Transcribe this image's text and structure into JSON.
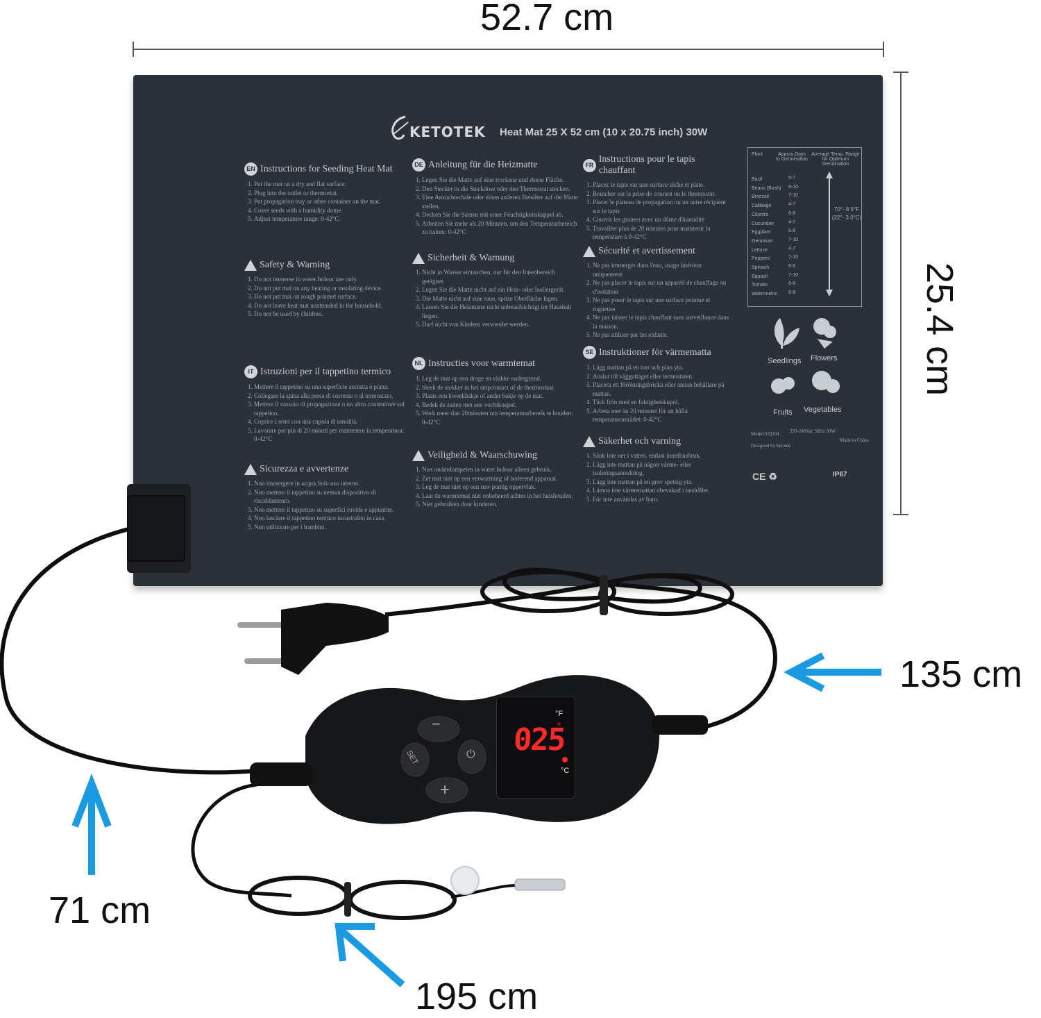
{
  "dimensions": {
    "width": "52.7 cm",
    "height": "25.4 cm",
    "cable_power": "135 cm",
    "cable_mat": "71 cm",
    "cable_probe": "195 cm"
  },
  "mat": {
    "brand": "KETOTEK",
    "title": "Heat Mat 25 X 52 cm (10 x 20.75 inch) 30W",
    "sections": [
      {
        "badge": "EN",
        "heading": "Instructions for Seeding Heat Mat",
        "items": [
          "Put the mat on a dry and flat surface.",
          "Plug into the outlet or thermostat.",
          "Put propagation tray or other container on the mat.",
          "Cover seeds with a humidity dome.",
          "Adjust temperature range: 0-42°C."
        ]
      },
      {
        "badge": "DE",
        "heading": "Anleitung für die Heizmatte",
        "items": [
          "Legen Sie die Matte auf eine trockene und ebene Fläche.",
          "Den Stecker in die Steckdose oder den Thermostat stecken.",
          "Eine Anzuchtschale oder einen anderen Behälter auf die Matte stellen.",
          "Decken Sie die Samen mit einer Feuchtigkeitskappel ab.",
          "Arbeiten Sie mehr als 20 Minuten, um den Temperaturbereich zu halten: 0-42°C"
        ]
      },
      {
        "badge": "FR",
        "heading": "Instructions pour le tapis chauffant",
        "items": [
          "Placez le tapis sur une surface sèche et plate.",
          "Brancher sur la prise de courant ou le thermostat.",
          "Placer le plateau de propagation ou un autre récipient sur le tapis",
          "Couvrir les graines avec un dôme d'humidité",
          "Travailler plus de 20 minutes pour maintenir la température à 0-42°C"
        ]
      },
      {
        "badge": "!",
        "heading": "Safety & Warning",
        "items": [
          "Do not immerse in water.Indoor use only.",
          "Do not put mat on any heating or insulating device.",
          "Do not put mat on rough pointed surface.",
          "Do not leave heat mat unattended in the household.",
          "Do not be used by children."
        ]
      },
      {
        "badge": "!",
        "heading": "Sicherheit & Warnung",
        "items": [
          "Nicht in Wasser eintauchen, nur für den Innenbereich geeignet.",
          "Legen Sie die Matte nicht auf ein Heiz- oder Isoliergerät.",
          "Die Matte nicht auf eine raue, spitze Oberfläche legen.",
          "Lassen Sie die Heizmatte nicht unbeaufsichtigt im Haushalt liegen.",
          "Darf nicht von Kindern verwendet werden."
        ]
      },
      {
        "badge": "!",
        "heading": "Sécurité et avertissement",
        "items": [
          "Ne pas immerger dans l'eau, usage intérieur uniquement",
          "Ne pas placer le tapis sur un appareil de chauffage ou d'isolation",
          "Ne pas poser le tapis sur une surface pointue et rugueuse",
          "Ne pas laisser le tapis chauffant sans surveillance dans la maison.",
          "Ne pas utiliser par les enfants."
        ]
      },
      {
        "badge": "IT",
        "heading": "Istruzioni per il tappetino termico",
        "items": [
          "Mettere il tappetino su una superficie asciutta e piana.",
          "Collegare la spina alla presa di corrente o al termostato.",
          "Mettere il vassoio di propagazione o un altro contenitore sul tappetino.",
          "Coprire i semi con una cupola di umidità.",
          "Lavorare per più di 20 minuti per mantenere la temperatura: 0-42°C"
        ]
      },
      {
        "badge": "NL",
        "heading": "Instructies voor warmtemat",
        "items": [
          "Leg de mat op een droge en vlakke ondergrond.",
          "Steek de stekker in het stopcontact of de thermostaat.",
          "Plaats een kweekbakje of ander bakje op de mat.",
          "Bedek de zaden met een vochtkoepel.",
          "Werk meer dan 20minuten om temperatuurbereik te houden: 0-42°C"
        ]
      },
      {
        "badge": "SE",
        "heading": "Instruktioner för värmematta",
        "items": [
          "Lägg mattan på en torr och plan yta.",
          "Anslut till vägguttaget eller termostaten.",
          "Placera ett förökningsbricka eller annan behållare på mattan.",
          "Täck frön med en fuktighetskupol.",
          "Arbeta mer än 20 minuter för att hålla temperaturområdet: 0-42°C"
        ]
      },
      {
        "badge": "!",
        "heading": "Sicurezza e avvertenze",
        "items": [
          "Non immergere in acqua.Solo uso interno.",
          "Non mettere il tappetino su nessun dispositivo di riscaldamento.",
          "Non mettere il tappetino su superfici ruvide e appuntite.",
          "Non lasciare il tappetino termico incustodito in casa.",
          "Non utilizzare per i bambini."
        ]
      },
      {
        "badge": "!",
        "heading": "Veiligheid & Waarschuwing",
        "items": [
          "Niet onderdompelen in water.Indoor alleen gebruik.",
          "Zet mat niet op een verwarming of isolerend apparaat.",
          "Leg de mat niet op een ruw puntig oppervlak.",
          "Laat de warmtemat niet onbeheerd achter in het huishouden.",
          "Niet gebruiken door kinderen."
        ]
      },
      {
        "badge": "!",
        "heading": "Säkerhet och varning",
        "items": [
          "Sänk inte ner i vatten. endast inomhusbruk.",
          "Lägg inte mattan på någon värme- eller isoleringsanordning.",
          "Lägg inte mattan på en grov spetsig yta.",
          "Lämna inte värmemattan obevakad i hushållet.",
          "För inte användas av barn."
        ]
      }
    ],
    "table": {
      "col_plant": "Plant",
      "col_days": "Approx.Days to Germination",
      "col_range": "Average Temp. Range for Optimum Germination",
      "plants": [
        "Basil",
        "Beans (Bush)",
        "Broccoli",
        "Cabbage",
        "Cilantro",
        "Cucumber",
        "Eggplant",
        "Geranium",
        "Lettuce",
        "Peppers",
        "Spinach",
        "Squash",
        "Tomato",
        "Watermelon"
      ],
      "days": [
        "5-7",
        "8-10",
        "7-10",
        "4-7",
        "6-8",
        "4-7",
        "6-8",
        "7-10",
        "4-7",
        "7-10",
        "6-8",
        "7-10",
        "6-8",
        "6-8"
      ],
      "range_f": "70°- 8 5°F",
      "range_c": "(22°- 3 0°C)"
    },
    "categories": [
      "Seedlings",
      "Flowers",
      "Fruits",
      "Vegetables"
    ],
    "model": "Model:YQ104",
    "power": "220-240Vac 50Hz 30W",
    "designed": "Designed by ketotek",
    "made": "Made in China",
    "ip": "IP67",
    "cert": "CE ♻"
  },
  "controller": {
    "display": "025",
    "unit_f": "°F",
    "unit_c": "°C",
    "btn_minus": "−",
    "btn_plus": "+",
    "btn_set": "SET",
    "btn_power": "⏻"
  },
  "colors": {
    "arrow": "#1a9ae0",
    "mat": "#2c3038",
    "led": "#ff2a2a"
  }
}
